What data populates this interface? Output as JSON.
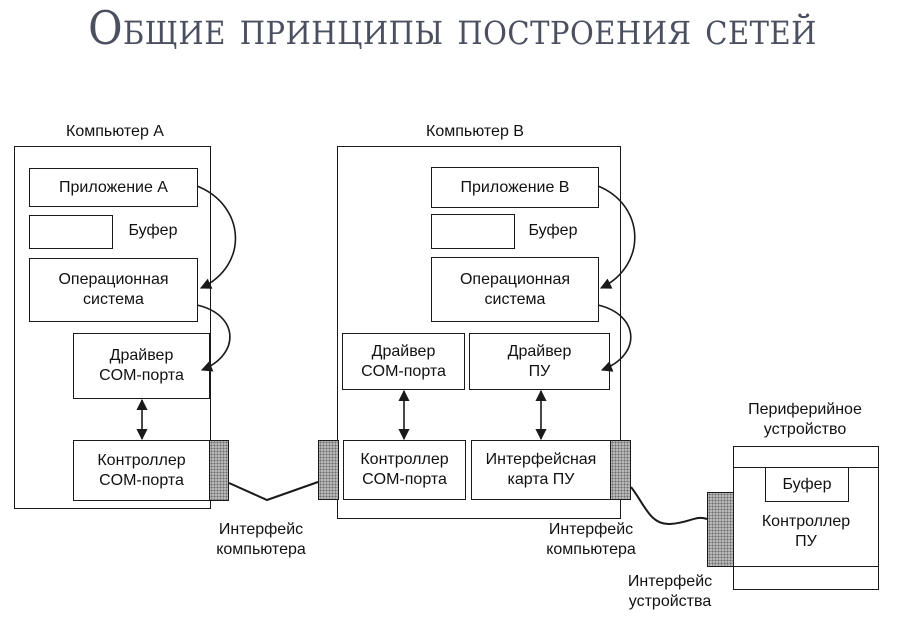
{
  "title": "Общие принципы построения сетей",
  "computer_a": {
    "label": "Компьютер A",
    "application": "Приложение A",
    "buffer": "Буфер",
    "os_line1": "Операционная",
    "os_line2": "система",
    "driver_line1": "Драйвер",
    "driver_line2": "COM-порта",
    "controller_line1": "Контроллер",
    "controller_line2": "COM-порта"
  },
  "computer_b": {
    "label": "Компьютер B",
    "application": "Приложение B",
    "buffer": "Буфер",
    "os_line1": "Операционная",
    "os_line2": "система",
    "com_driver_line1": "Драйвер",
    "com_driver_line2": "COM-порта",
    "pu_driver_line1": "Драйвер",
    "pu_driver_line2": "ПУ",
    "com_controller_line1": "Контроллер",
    "com_controller_line2": "COM-порта",
    "interface_card_line1": "Интерфейсная",
    "interface_card_line2": "карта ПУ"
  },
  "peripheral": {
    "label_line1": "Периферийное",
    "label_line2": "устройство",
    "buffer": "Буфер",
    "controller_line1": "Контроллер",
    "controller_line2": "ПУ"
  },
  "annotations": {
    "computer_interface_line1": "Интерфейс",
    "computer_interface_line2": "компьютера",
    "device_interface_line1": "Интерфейс",
    "device_interface_line2": "устройства"
  },
  "colors": {
    "title": "#4a5060",
    "lines": "#1a1a1a",
    "connector_fill": "#b8b8b8"
  }
}
